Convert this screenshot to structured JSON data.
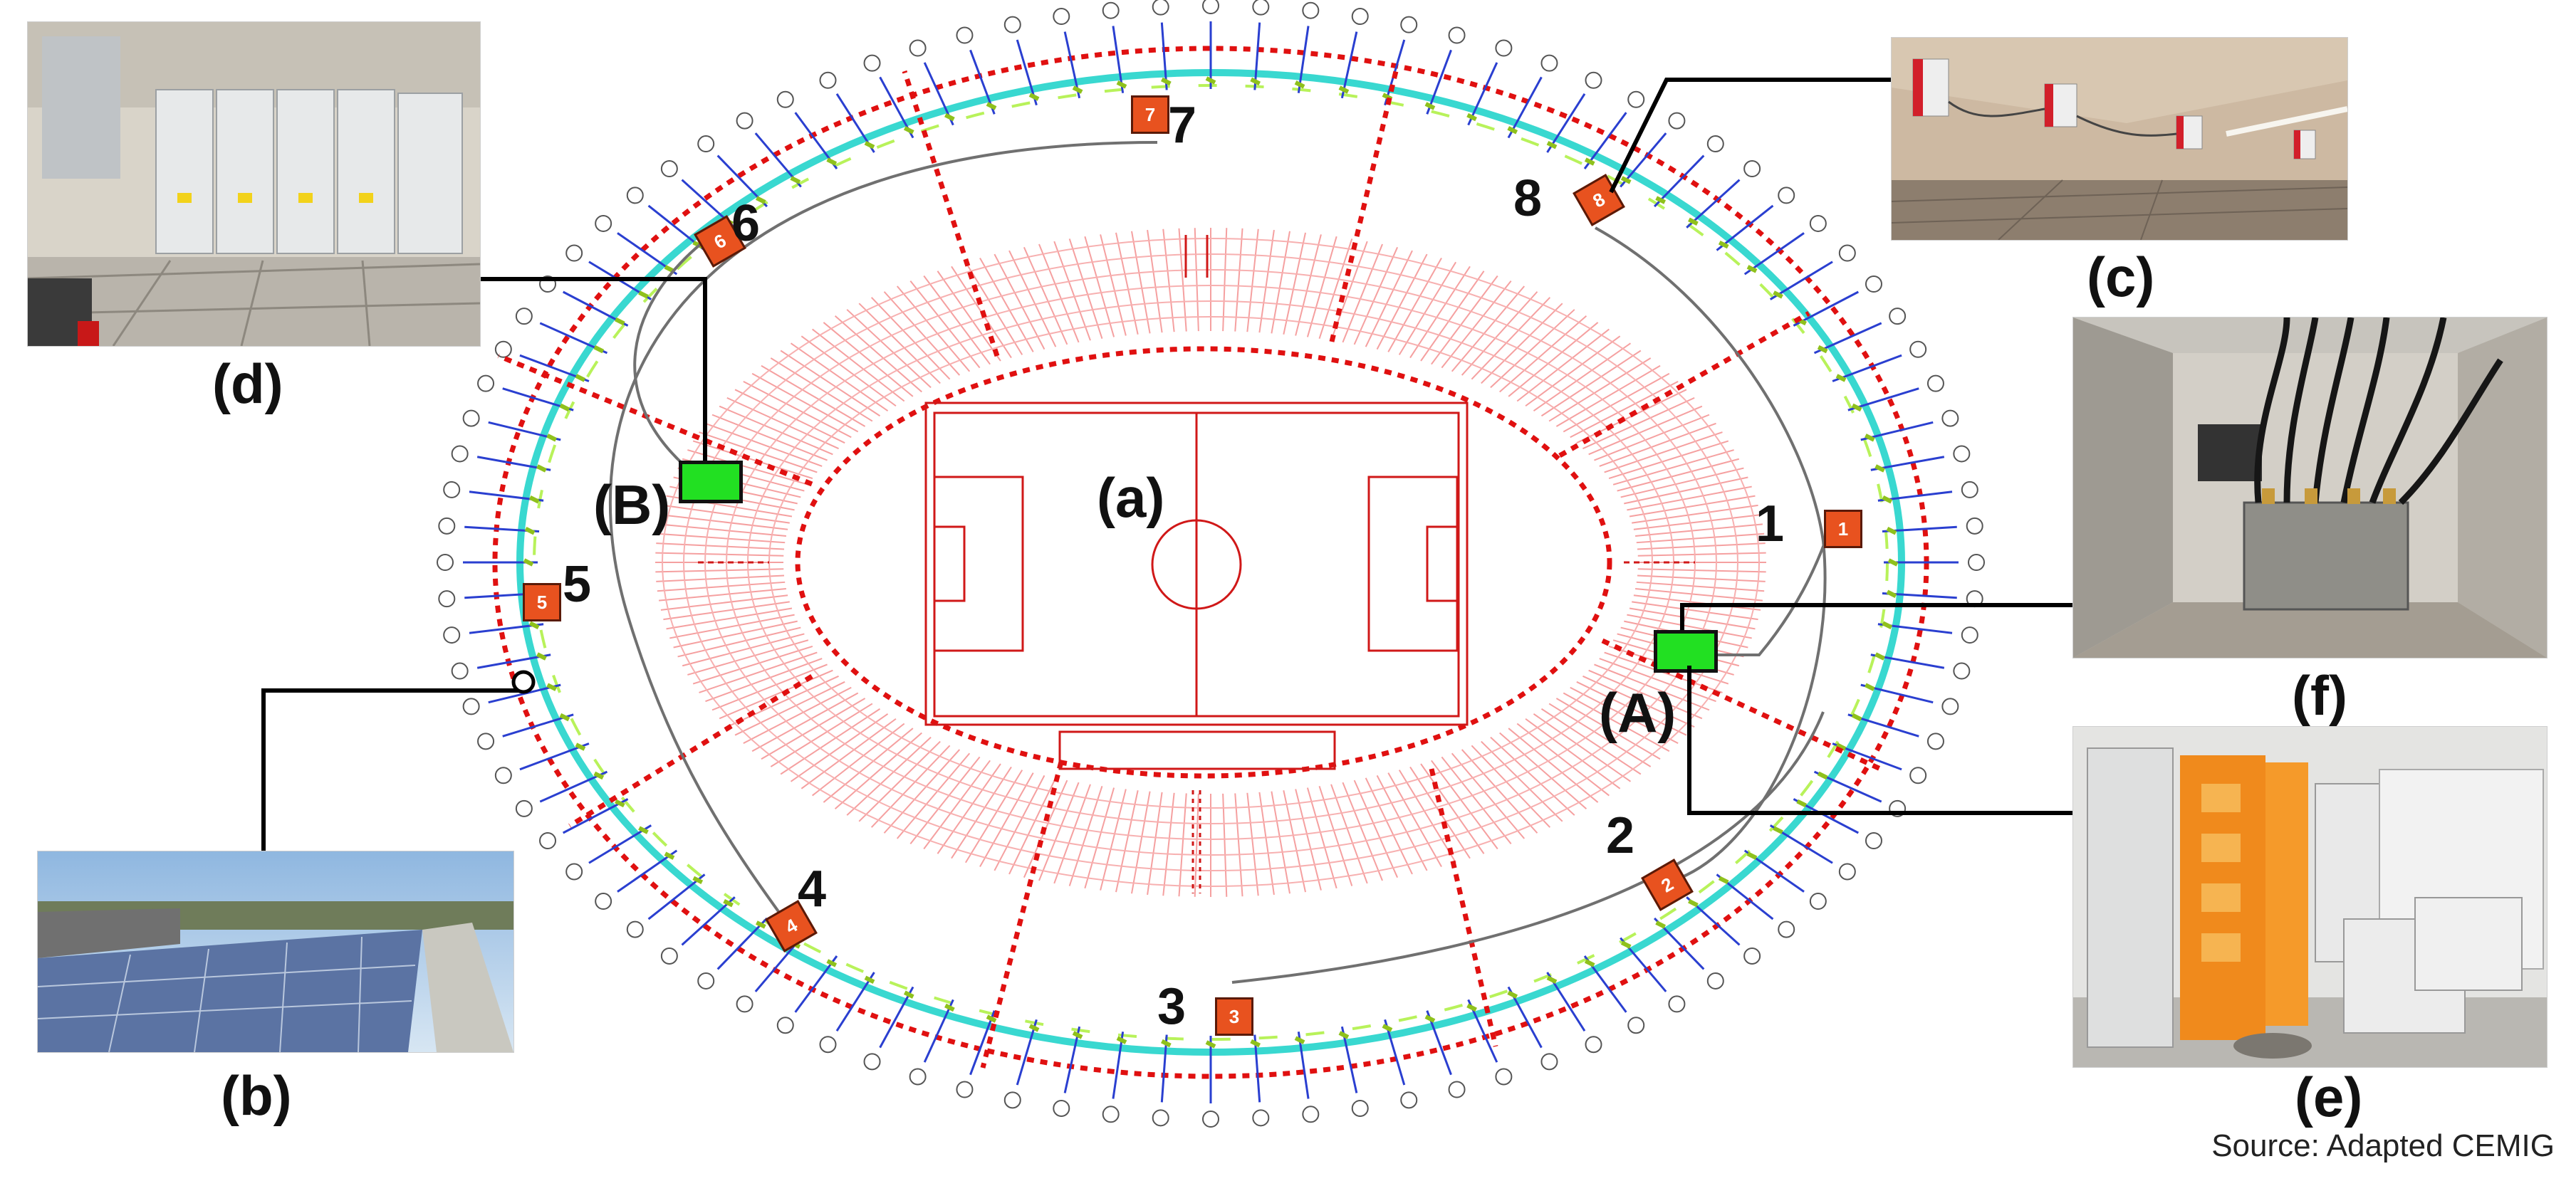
{
  "labels": {
    "center": "(a)",
    "A": "(A)",
    "B": "(B)",
    "b": "(b)",
    "c": "(c)",
    "d": "(d)",
    "e": "(e)",
    "f": "(f)"
  },
  "inverters": [
    {
      "id": "1",
      "tag": "1"
    },
    {
      "id": "2",
      "tag": "2"
    },
    {
      "id": "3",
      "tag": "3"
    },
    {
      "id": "4",
      "tag": "4"
    },
    {
      "id": "5",
      "tag": "5"
    },
    {
      "id": "6",
      "tag": "6"
    },
    {
      "id": "7",
      "tag": "7"
    },
    {
      "id": "8",
      "tag": "8"
    }
  ],
  "colors": {
    "inverter": "#e8521f",
    "substation": "#22e022",
    "ring": "#39d8d0",
    "ring_inner": "#b8f25a",
    "red_dashed": "#e01010",
    "stands": "#f07070",
    "pitch": "#d01818"
  },
  "source": "Source: Adapted CEMIG"
}
